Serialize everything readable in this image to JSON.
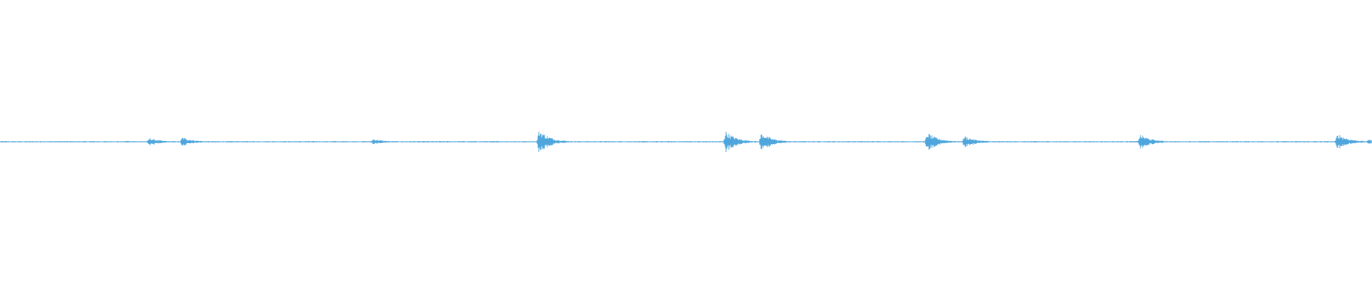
{
  "waveform": {
    "color": "#4ea6dc",
    "background": "#ffffff",
    "peak_amplitude": 0.055,
    "bursts": [
      {
        "at": 0.092,
        "amp": 0.06
      },
      {
        "at": 0.109,
        "amp": 0.25
      },
      {
        "at": 0.133,
        "amp": 0.3
      },
      {
        "at": 0.272,
        "amp": 0.2
      },
      {
        "at": 0.393,
        "amp": 0.8
      },
      {
        "at": 0.529,
        "amp": 0.7
      },
      {
        "at": 0.555,
        "amp": 0.6
      },
      {
        "at": 0.676,
        "amp": 0.6
      },
      {
        "at": 0.703,
        "amp": 0.4
      },
      {
        "at": 0.831,
        "amp": 0.5
      },
      {
        "at": 0.975,
        "amp": 0.55
      },
      {
        "at": 0.998,
        "amp": 0.2
      }
    ]
  }
}
